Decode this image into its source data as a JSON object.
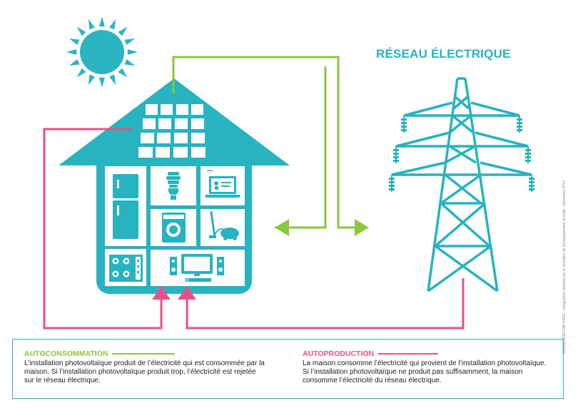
{
  "grid_title": "RÉSEAU ÉLECTRIQUE",
  "credit": "DICOM-DGEC/INF/14237 - Infographie réalisée par le ministère du Développement durable - Décembre 2014",
  "legend": {
    "autoconsommation": {
      "title": "AUTOCONSOMMATION",
      "text": "L’installation photovoltaïque produit de l’électricité qui est consommée par la maison. Si l’installation photovoltaïque produit trop, l’électricité est rejetée sur le réseau électrique."
    },
    "autoproduction": {
      "title": "AUTOPRODUCTION",
      "text": "La maison consomme l’électricité qui provient de l’installation photovoltaïque. Si l’installation photovoltaïque ne produit pas suffisamment, la maison consomme l’électricité du réseau électrique."
    }
  },
  "colors": {
    "teal": "#27b3bf",
    "green": "#8cc63f",
    "pink": "#e8508a",
    "sun": "#2bb5c0"
  },
  "icons": [
    "sun-icon",
    "solar-panel-icon",
    "house-icon",
    "fridge-icon",
    "bulb-icon",
    "laptop-icon",
    "washing-machine-icon",
    "vacuum-icon",
    "stove-icon",
    "tv-icon",
    "speaker-icon",
    "pylon-icon",
    "arrow-icon"
  ]
}
